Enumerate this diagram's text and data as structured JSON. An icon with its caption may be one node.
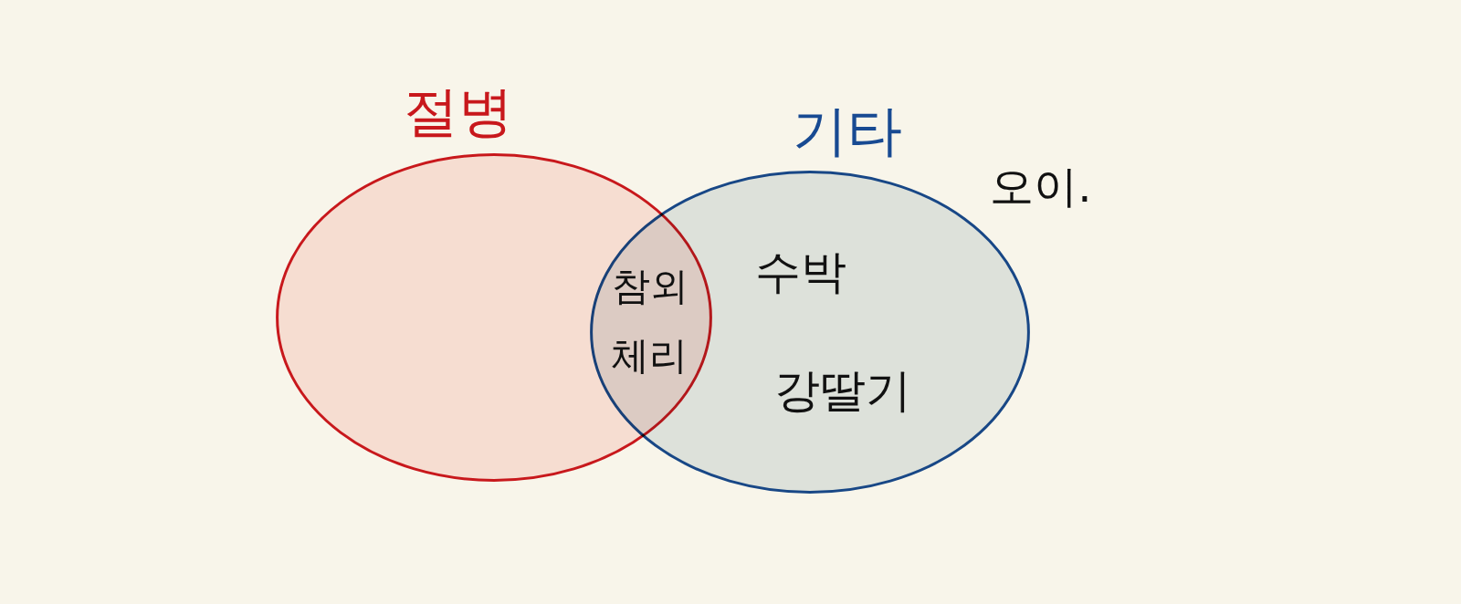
{
  "diagram": {
    "nodes": [
      {
        "text": [
          "절병"
        ]
      },
      {
        "text": [
          "기타",
          "수박",
          "강딸기"
        ]
      }
    ],
    "labels": [
      "오이.",
      "참외",
      "체리"
    ]
  }
}
